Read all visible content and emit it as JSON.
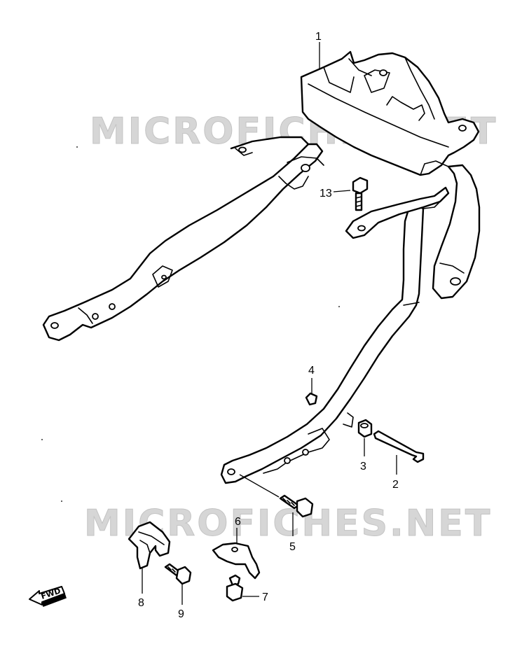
{
  "watermark": {
    "text_top": "MICROFICHES.NET",
    "text_bottom": "MICROFICHES.NET",
    "color": "#d6d6d6"
  },
  "fwd_arrow": {
    "label": "FWD",
    "icon": "fwd-arrow-icon"
  },
  "callouts": {
    "c1": "1",
    "c2": "2",
    "c3": "3",
    "c4": "4",
    "c5": "5",
    "c6": "6",
    "c7": "7",
    "c8": "8",
    "c9": "9",
    "c13": "13"
  },
  "colors": {
    "line": "#000000",
    "background": "#ffffff"
  }
}
